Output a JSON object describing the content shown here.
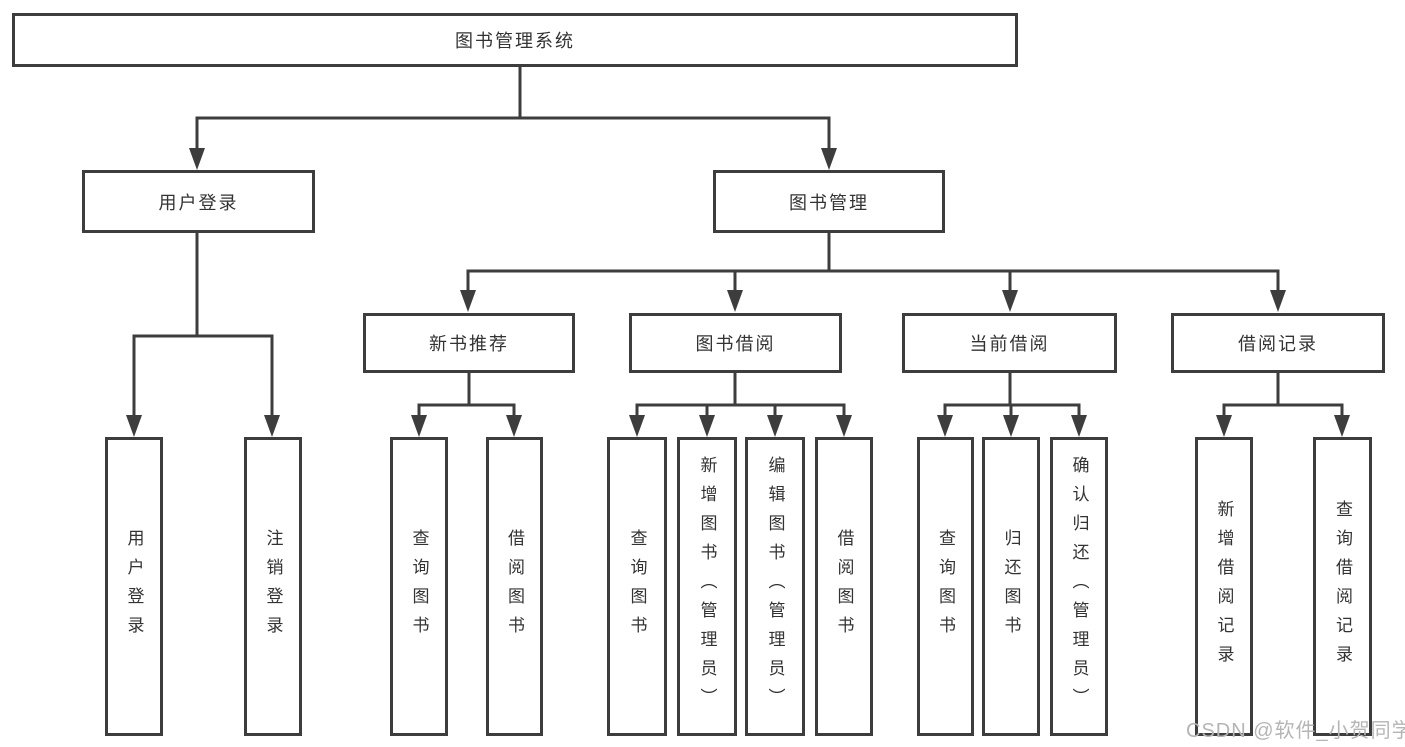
{
  "diagram_type": "hierarchy-tree",
  "tree": {
    "label": "图书管理系统",
    "children": [
      {
        "label": "用户登录",
        "children": [
          {
            "label": "用户登录"
          },
          {
            "label": "注销登录"
          }
        ]
      },
      {
        "label": "图书管理",
        "children": [
          {
            "label": "新书推荐",
            "children": [
              {
                "label": "查询图书"
              },
              {
                "label": "借阅图书"
              }
            ]
          },
          {
            "label": "图书借阅",
            "children": [
              {
                "label": "查询图书"
              },
              {
                "label": "新增图书（管理员）"
              },
              {
                "label": "编辑图书（管理员）"
              },
              {
                "label": "借阅图书"
              }
            ]
          },
          {
            "label": "当前借阅",
            "children": [
              {
                "label": "查询图书"
              },
              {
                "label": "归还图书"
              },
              {
                "label": "确认归还（管理员）"
              }
            ]
          },
          {
            "label": "借阅记录",
            "children": [
              {
                "label": "新增借阅记录"
              },
              {
                "label": "查询借阅记录"
              }
            ]
          }
        ]
      }
    ]
  },
  "watermark": {
    "text": "CSDN @软件_小贺同学",
    "color": "#b5b5b5"
  },
  "colors": {
    "background": "#ffffff",
    "line": "#3d3d3d",
    "text": "#333333"
  }
}
